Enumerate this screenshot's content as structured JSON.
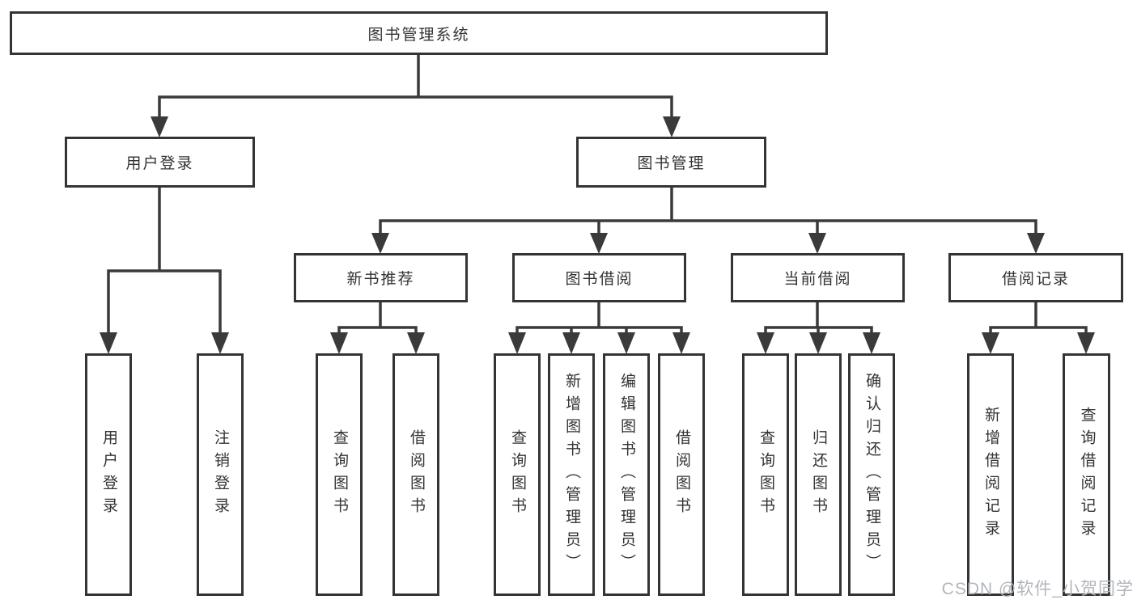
{
  "tree": {
    "label": "图书管理系统",
    "children": [
      {
        "label": "用户登录",
        "children": [
          {
            "label": "用户登录"
          },
          {
            "label": "注销登录"
          }
        ]
      },
      {
        "label": "图书管理",
        "children": [
          {
            "label": "新书推荐",
            "children": [
              {
                "label": "查询图书"
              },
              {
                "label": "借阅图书"
              }
            ]
          },
          {
            "label": "图书借阅",
            "children": [
              {
                "label": "查询图书"
              },
              {
                "label": "新增图书（管理员）"
              },
              {
                "label": "编辑图书（管理员）"
              },
              {
                "label": "借阅图书"
              }
            ]
          },
          {
            "label": "当前借阅",
            "children": [
              {
                "label": "查询图书"
              },
              {
                "label": "归还图书"
              },
              {
                "label": "确认归还（管理员）"
              }
            ]
          },
          {
            "label": "借阅记录",
            "children": [
              {
                "label": "新增借阅记录"
              },
              {
                "label": "查询借阅记录"
              }
            ]
          }
        ]
      }
    ]
  },
  "watermark": {
    "text": "CSDN @软件_小贺同学"
  },
  "colors": {
    "line": "#3a3a3a",
    "box_border": "#343434",
    "text": "#333333",
    "watermark": "#b2b6bc",
    "background": "#ffffff"
  }
}
